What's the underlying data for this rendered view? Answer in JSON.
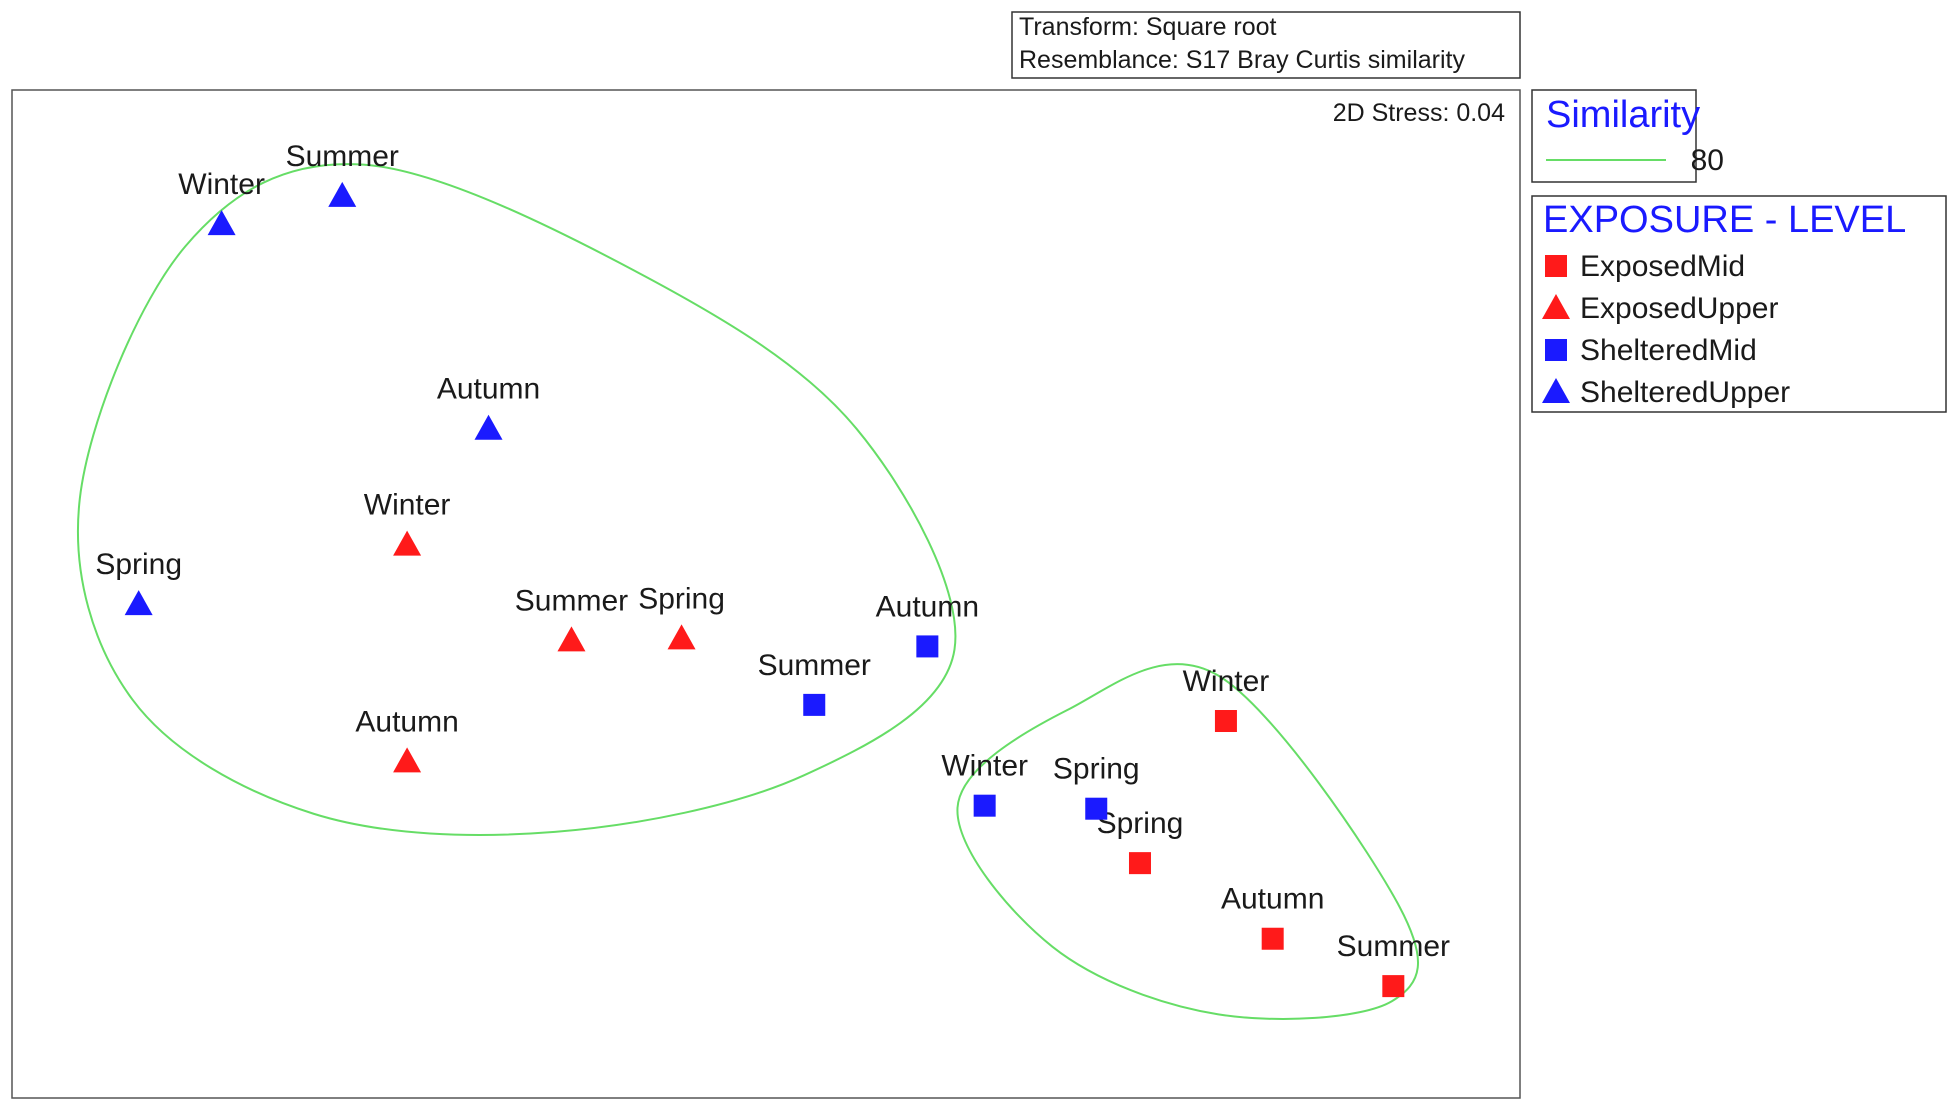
{
  "transform_box": {
    "line1": "Transform: Square root",
    "line2": "Resemblance: S17 Bray Curtis similarity"
  },
  "stress": "2D Stress: 0.04",
  "similarity_legend": {
    "title": "Similarity",
    "value": "80",
    "line_color": "#66dd66"
  },
  "factor_legend": {
    "title": "EXPOSURE - LEVEL",
    "items": [
      {
        "label": "ExposedMid",
        "shape": "square",
        "color": "#ff1a1a"
      },
      {
        "label": "ExposedUpper",
        "shape": "triangle",
        "color": "#ff1a1a"
      },
      {
        "label": "ShelteredMid",
        "shape": "square",
        "color": "#1a1aff"
      },
      {
        "label": "ShelteredUpper",
        "shape": "triangle",
        "color": "#1a1aff"
      }
    ]
  },
  "chart_data": {
    "type": "scatter",
    "xlim": [
      0,
      1000
    ],
    "ylim": [
      0,
      1000
    ],
    "series": [
      {
        "name": "ExposedMid",
        "shape": "square",
        "color": "#ff1a1a",
        "points": [
          {
            "x": 805,
            "y": 374,
            "label": "Winter"
          },
          {
            "x": 748,
            "y": 233,
            "label": "Spring"
          },
          {
            "x": 836,
            "y": 158,
            "label": "Autumn"
          },
          {
            "x": 916,
            "y": 111,
            "label": "Summer"
          }
        ]
      },
      {
        "name": "ExposedUpper",
        "shape": "triangle",
        "color": "#ff1a1a",
        "points": [
          {
            "x": 262,
            "y": 549,
            "label": "Winter"
          },
          {
            "x": 371,
            "y": 454,
            "label": "Summer"
          },
          {
            "x": 444,
            "y": 456,
            "label": "Spring"
          },
          {
            "x": 262,
            "y": 334,
            "label": "Autumn"
          }
        ]
      },
      {
        "name": "ShelteredMid",
        "shape": "square",
        "color": "#1a1aff",
        "points": [
          {
            "x": 607,
            "y": 448,
            "label": "Autumn"
          },
          {
            "x": 532,
            "y": 390,
            "label": "Summer"
          },
          {
            "x": 645,
            "y": 290,
            "label": "Winter"
          },
          {
            "x": 719,
            "y": 287,
            "label": "Spring"
          }
        ]
      },
      {
        "name": "ShelteredUpper",
        "shape": "triangle",
        "color": "#1a1aff",
        "points": [
          {
            "x": 139,
            "y": 867,
            "label": "Winter"
          },
          {
            "x": 219,
            "y": 895,
            "label": "Summer"
          },
          {
            "x": 316,
            "y": 664,
            "label": "Autumn"
          },
          {
            "x": 84,
            "y": 490,
            "label": "Spring"
          }
        ]
      }
    ],
    "similarity_contours": [
      {
        "level": "80",
        "points": [
          [
            233,
            926
          ],
          [
            420,
            815
          ],
          [
            560,
            664
          ],
          [
            625,
            445
          ],
          [
            525,
            320
          ],
          [
            360,
            264
          ],
          [
            200,
            282
          ],
          [
            80,
            395
          ],
          [
            45,
            595
          ],
          [
            115,
            845
          ]
        ]
      },
      {
        "level": "80",
        "points": [
          [
            800,
            419
          ],
          [
            920,
            190
          ],
          [
            915,
            96
          ],
          [
            800,
            83
          ],
          [
            690,
            150
          ],
          [
            627,
            288
          ],
          [
            700,
            385
          ]
        ]
      }
    ]
  }
}
